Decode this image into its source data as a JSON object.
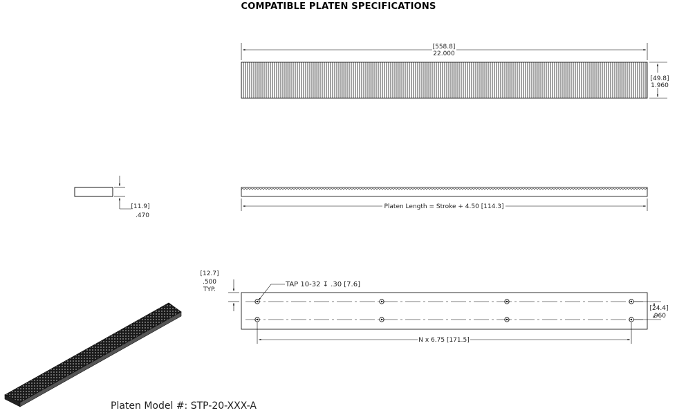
{
  "title": "COMPATIBLE PLATEN SPECIFICATIONS",
  "model_label": "Platen Model #: STP-20-XXX-A",
  "top_view": {
    "length_mm": "[558.8]",
    "length_in": "22.000",
    "width_mm": "[49.8]",
    "width_in": "1.960"
  },
  "side_view": {
    "thickness_mm": "[11.9]",
    "thickness_in": ".470",
    "length_label": "Platen Length = Stroke + 4.50 [114.3]"
  },
  "bottom_view": {
    "edge_offset_mm": "[12.7]",
    "edge_offset_in": ".500",
    "edge_offset_note": "TYP.",
    "tap_label": "TAP 10-32 ↧ .30 [7.6]",
    "hole_spacing_mm": "[24.4]",
    "hole_spacing_in": ".960",
    "pitch_label": "N x 6.75 [171.5]"
  }
}
